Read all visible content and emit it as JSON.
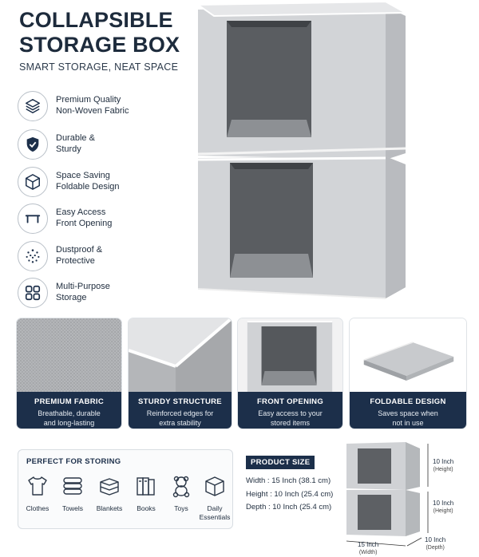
{
  "header": {
    "title_line1": "COLLAPSIBLE",
    "title_line2": "STORAGE BOX",
    "subtitle": "SMART STORAGE, NEAT SPACE"
  },
  "features": [
    {
      "icon": "layers-icon",
      "line1": "Premium Quality",
      "line2": "Non-Woven Fabric"
    },
    {
      "icon": "shield-check-icon",
      "line1": "Durable &",
      "line2": "Sturdy"
    },
    {
      "icon": "cube-icon",
      "line1": "Space Saving",
      "line2": "Foldable Design"
    },
    {
      "icon": "opening-icon",
      "line1": "Easy Access",
      "line2": "Front Opening"
    },
    {
      "icon": "dust-icon",
      "line1": "Dustproof &",
      "line2": "Protective"
    },
    {
      "icon": "grid-icon",
      "line1": "Multi-Purpose",
      "line2": "Storage"
    }
  ],
  "tiles": [
    {
      "title": "PREMIUM FABRIC",
      "desc1": "Breathable, durable",
      "desc2": "and long-lasting"
    },
    {
      "title": "STURDY STRUCTURE",
      "desc1": "Reinforced edges for",
      "desc2": "extra stability"
    },
    {
      "title": "FRONT OPENING",
      "desc1": "Easy access to your",
      "desc2": "stored items"
    },
    {
      "title": "FOLDABLE DESIGN",
      "desc1": "Saves space when",
      "desc2": "not in use"
    }
  ],
  "storing": {
    "title": "PERFECT FOR STORING",
    "items": [
      {
        "icon": "shirt-icon",
        "label1": "Clothes",
        "label2": ""
      },
      {
        "icon": "towels-icon",
        "label1": "Towels",
        "label2": ""
      },
      {
        "icon": "blankets-icon",
        "label1": "Blankets",
        "label2": ""
      },
      {
        "icon": "books-icon",
        "label1": "Books",
        "label2": ""
      },
      {
        "icon": "teddy-bear-icon",
        "label1": "Toys",
        "label2": ""
      },
      {
        "icon": "box-icon",
        "label1": "Daily",
        "label2": "Essentials"
      }
    ]
  },
  "product_size": {
    "badge": "PRODUCT SIZE",
    "width": "Width  : 15 Inch (38.1 cm)",
    "height": "Height : 10 Inch (25.4 cm)",
    "depth": "Depth  : 10 Inch (25.4 cm)"
  },
  "dimensions": {
    "top_height": "10 Inch",
    "top_height_sub": "(Height)",
    "bottom_height": "10 Inch",
    "bottom_height_sub": "(Height)",
    "width": "15 Inch",
    "width_sub": "(Width)",
    "depth": "10 Inch",
    "depth_sub": "(Depth)"
  },
  "colors": {
    "navy": "#1c2f4a",
    "box_gray": "#c9cbce",
    "box_dark": "#7e8185"
  }
}
